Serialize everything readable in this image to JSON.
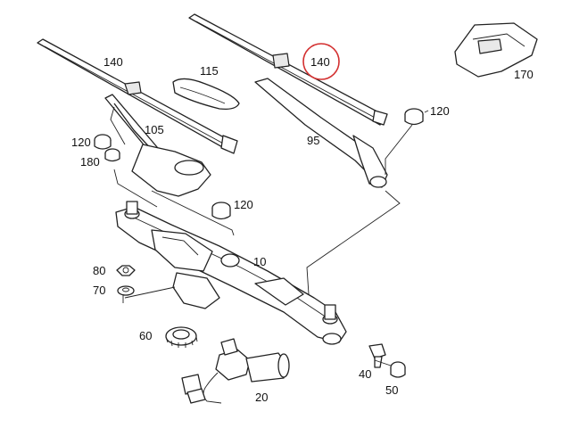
{
  "labels": {
    "p140_left": "140",
    "p140_right": "140",
    "p115": "115",
    "p105": "105",
    "p120_a": "120",
    "p120_b": "120",
    "p120_c": "120",
    "p180": "180",
    "p95": "95",
    "p170": "170",
    "p10": "10",
    "p80": "80",
    "p70": "70",
    "p60": "60",
    "p20": "20",
    "p40": "40",
    "p50": "50"
  },
  "colors": {
    "highlight_circle": "#d32f2f",
    "line": "#222222"
  }
}
